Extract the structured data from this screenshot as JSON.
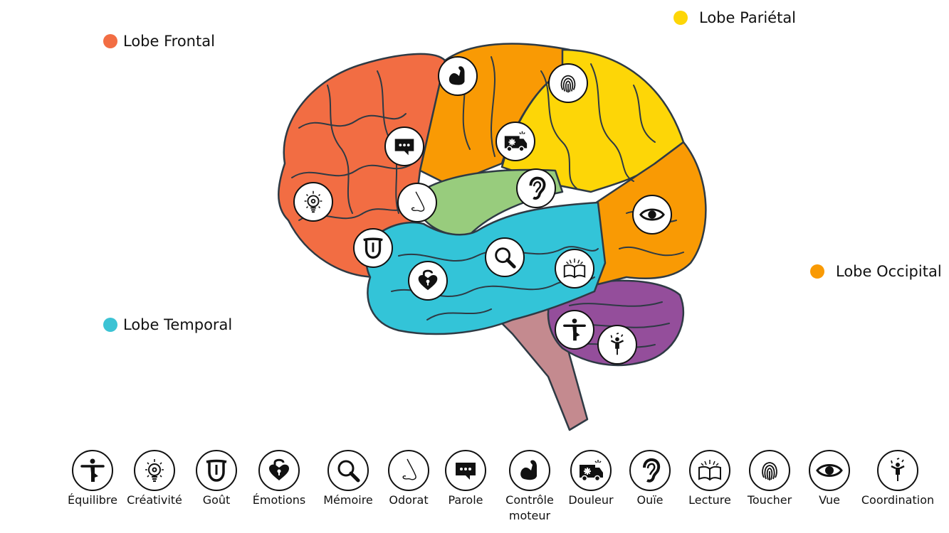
{
  "legend": [
    {
      "id": "frontal",
      "label": "Lobe Frontal",
      "color": "#f26d43"
    },
    {
      "id": "parietal",
      "label": "Lobe Pariétal",
      "color": "#fdd607"
    },
    {
      "id": "occipital",
      "label": "Lobe Occipital",
      "color": "#f99a04"
    },
    {
      "id": "temporal",
      "label": "Lobe Temporal",
      "color": "#3cc3d4"
    }
  ],
  "region_colors": {
    "frontal": "#f26d43",
    "motor": "#f99a04",
    "parietal": "#fdd607",
    "occipital": "#f99a04",
    "temporal": "#33c4d8",
    "insula": "#98cc7d",
    "cerebellum": "#944e9b",
    "brainstem": "#c48a8f",
    "outline": "#2e3a44"
  },
  "functions": [
    {
      "label": "Équilibre",
      "icon": "balance-icon"
    },
    {
      "label": "Créativité",
      "icon": "lightbulb-icon"
    },
    {
      "label": "Goût",
      "icon": "tongue-icon"
    },
    {
      "label": "Émotions",
      "icon": "heart-lock-icon"
    },
    {
      "label": "Mémoire",
      "icon": "magnifier-icon"
    },
    {
      "label": "Odorat",
      "icon": "nose-icon"
    },
    {
      "label": "Parole",
      "icon": "speech-bubble-icon"
    },
    {
      "label": "Contrôle moteur",
      "icon": "muscle-icon"
    },
    {
      "label": "Douleur",
      "icon": "ambulance-icon"
    },
    {
      "label": "Ouïe",
      "icon": "ear-icon"
    },
    {
      "label": "Lecture",
      "icon": "book-icon"
    },
    {
      "label": "Toucher",
      "icon": "fingerprint-icon"
    },
    {
      "label": "Vue",
      "icon": "eye-icon"
    },
    {
      "label": "Coordination",
      "icon": "juggler-icon"
    }
  ]
}
